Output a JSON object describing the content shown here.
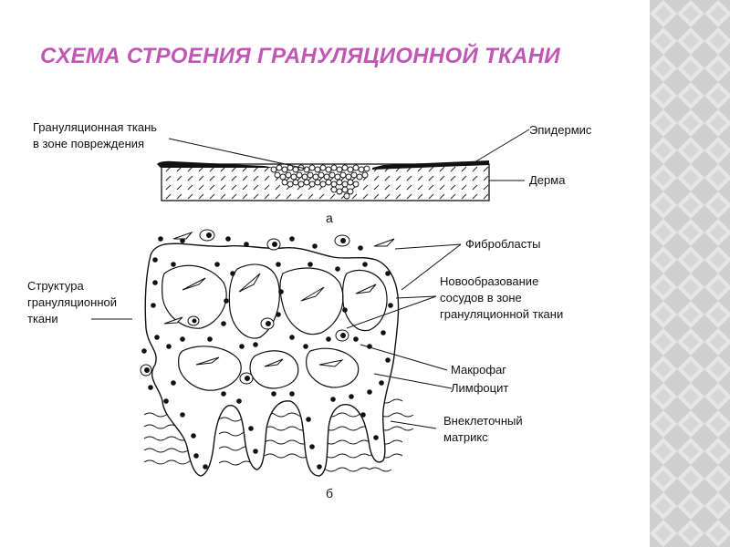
{
  "slide": {
    "title": "СХЕМА СТРОЕНИЯ ГРАНУЛЯЦИОННОЙ ТКАНИ"
  },
  "colors": {
    "title": "#c156b4",
    "ink": "#111111",
    "side_panel": "#c9c9c9"
  },
  "figure_a": {
    "label_left": [
      "Грануляционная ткань",
      "в зоне повреждения"
    ],
    "label_epidermis": "Эпидермис",
    "label_dermis": "Дерма",
    "caption": "а"
  },
  "figure_b": {
    "label_structure": [
      "Структура",
      "грануляционной",
      "ткани"
    ],
    "label_fibroblasts": "Фибробласты",
    "label_vessels": [
      "Новообразование",
      "сосудов в зоне",
      "грануляционной ткани"
    ],
    "label_macrophage": "Макрофаг",
    "label_lymphocyte": "Лимфоцит",
    "label_matrix": [
      "Внеклеточный",
      "матрикс"
    ],
    "caption": "б"
  }
}
